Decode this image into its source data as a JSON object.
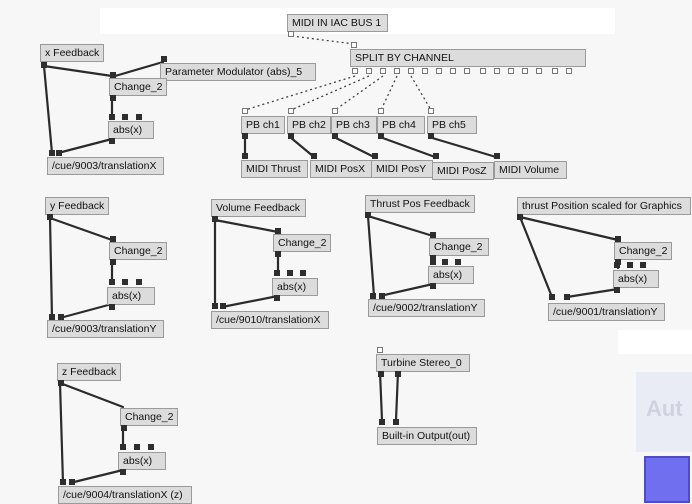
{
  "palette": {
    "background": "#f7f7f7",
    "node_fill": "#dcdcdc",
    "node_border": "#9a9a9a",
    "wire": "#2b2b2b",
    "accent_blue": "#6f6ff0"
  },
  "patch": {
    "midi_in": "MIDI IN IAC BUS 1",
    "split": "SPLIT BY CHANNEL",
    "param_mod": "Parameter Modulator (abs)_5",
    "x_group": {
      "feedback": "x Feedback",
      "change": "Change_2",
      "abs": "abs(x)",
      "cue": "/cue/9003/translationX"
    },
    "pb": [
      "PB ch1",
      "PB ch2",
      "PB  ch3",
      "PB  ch4",
      "PB  ch5"
    ],
    "midi_out": [
      "MIDI Thrust",
      "MIDI PosX",
      "MIDI PosY",
      "MIDI PosZ",
      "MIDI Volume"
    ],
    "y_group": {
      "feedback": "y Feedback",
      "change": "Change_2",
      "abs": "abs(x)",
      "cue": "/cue/9003/translationY"
    },
    "volume_group": {
      "feedback": "Volume Feedback",
      "change": "Change_2",
      "abs": "abs(x)",
      "cue": "/cue/9010/translationX"
    },
    "thrust_pos_group": {
      "feedback": "Thrust Pos Feedback",
      "change": "Change_2",
      "abs": "abs(x)",
      "cue": "/cue/9002/translationY"
    },
    "thrust_gfx_group": {
      "feedback": "thrust Position scaled for Graphics",
      "change": "Change_2",
      "abs": "abs(x)",
      "cue": "/cue/9001/translationY"
    },
    "z_group": {
      "feedback": "z Feedback",
      "change": "Change_2",
      "abs": "abs(x)",
      "cue": "/cue/9004/translationX (z)"
    },
    "turbine": "Turbine Stereo_0",
    "output": "Built-in Output(out)"
  },
  "panel": {
    "partial_text": "Aut"
  }
}
